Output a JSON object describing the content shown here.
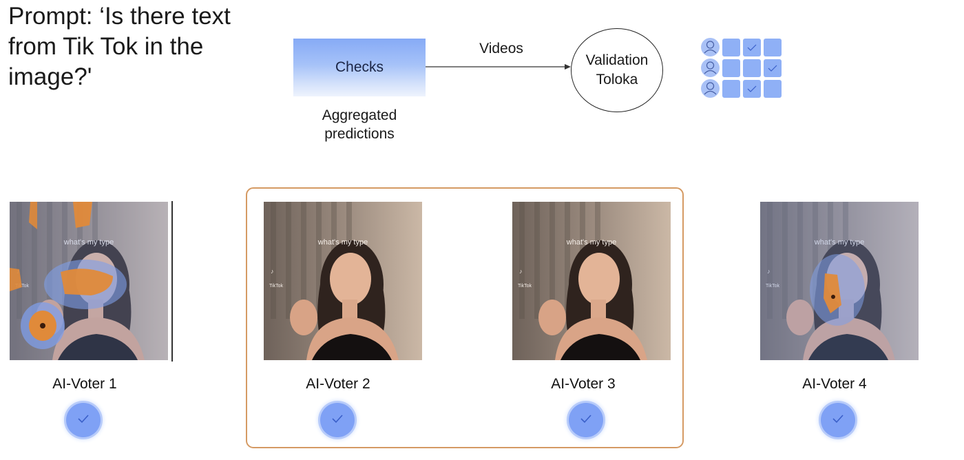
{
  "prompt": "Prompt: ‘Is there text from Tik Tok in the image?'",
  "pipeline": {
    "checks_label": "Checks",
    "aggregated_label": "Aggregated predictions",
    "edge_label": "Videos",
    "validation_label": "Validation Toloka"
  },
  "annotator_grid": [
    [
      false,
      true,
      false
    ],
    [
      false,
      false,
      true
    ],
    [
      false,
      true,
      false
    ]
  ],
  "frame_caption": "what's my type",
  "frame_watermark": "TikTok",
  "voters": [
    {
      "label": "AI-Voter 1",
      "heatmap": "strong",
      "verdict": "check"
    },
    {
      "label": "AI-Voter 2",
      "heatmap": "none",
      "verdict": "check"
    },
    {
      "label": "AI-Voter 3",
      "heatmap": "none",
      "verdict": "check"
    },
    {
      "label": "AI-Voter 4",
      "heatmap": "light",
      "verdict": "check"
    }
  ],
  "highlighted_voters": [
    "AI-Voter 2",
    "AI-Voter 3"
  ],
  "colors": {
    "checks_fill": "#86aaf6",
    "badge": "#7fa1f5",
    "highlight_border": "#d59a63",
    "heatmap_hot": "#e08a3a",
    "heatmap_cool": "#7f9ee8"
  }
}
